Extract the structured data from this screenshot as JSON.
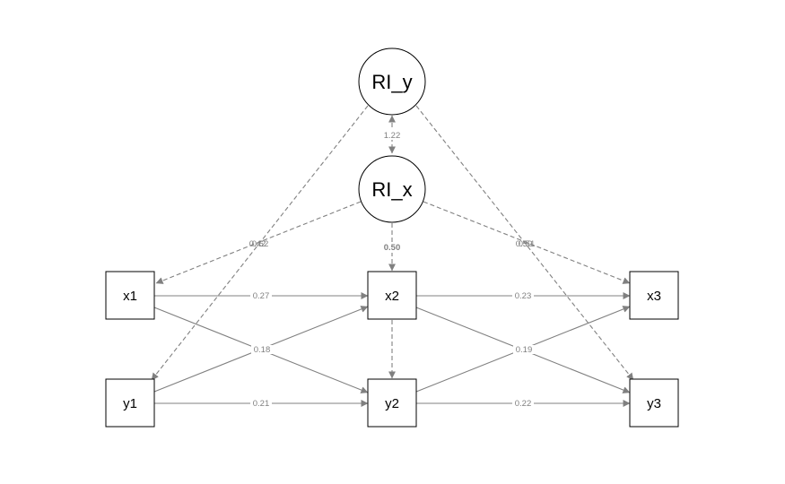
{
  "nodes": {
    "RI_y": "RI_y",
    "RI_x": "RI_x",
    "x1": "x1",
    "x2": "x2",
    "x3": "x3",
    "y1": "y1",
    "y2": "y2",
    "y3": "y3"
  },
  "edges": {
    "ri_cov": "1.22",
    "x1_x2": "0.27",
    "x2_x3": "0.23",
    "y1_y2": "0.21",
    "y2_y3": "0.22",
    "cross_1_2": "0.18",
    "cross_2_3": "0.19",
    "rix_x2": "0.50",
    "rix_left": "0.52",
    "riy_left": "0.42",
    "rix_right": "0.50",
    "riy_right": "0.51"
  },
  "colors": {
    "edge": "#808080",
    "node_stroke": "#000000"
  }
}
